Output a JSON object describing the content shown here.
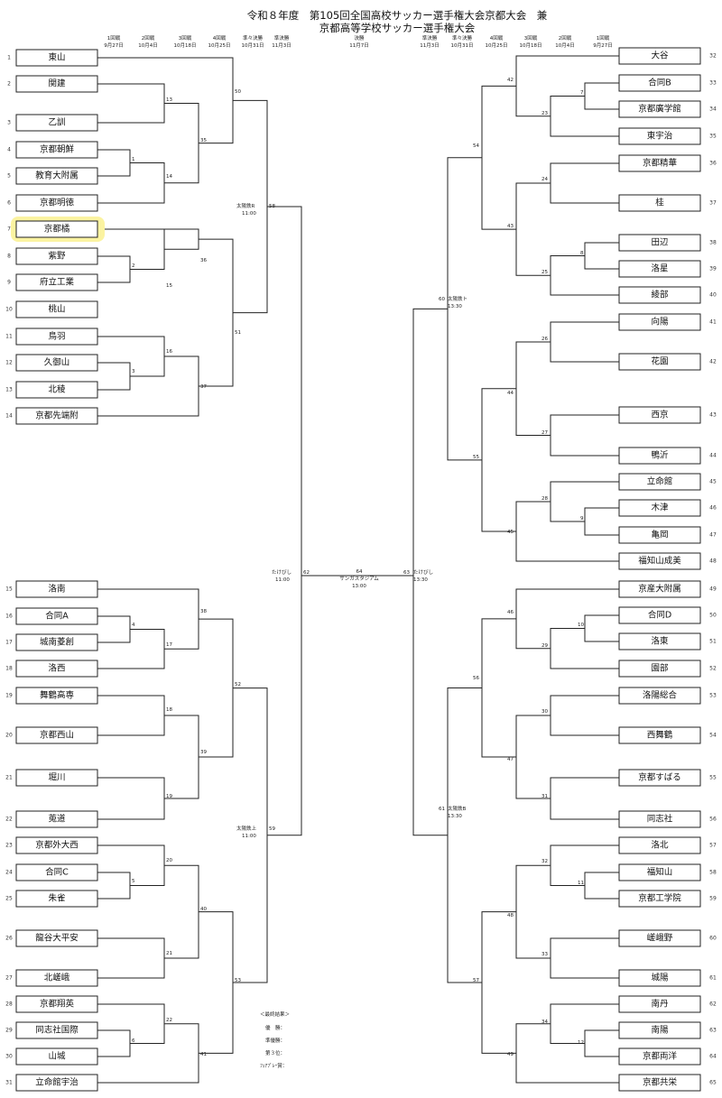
{
  "title_line1": "令和８年度　第105回全国高校サッカー選手権大会京都大会　兼",
  "title_line2": "京都高等学校サッカー選手権大会",
  "rounds_left": [
    {
      "name": "1回戦",
      "date": "9月27日"
    },
    {
      "name": "2回戦",
      "date": "10月4日"
    },
    {
      "name": "3回戦",
      "date": "10月18日"
    },
    {
      "name": "4回戦",
      "date": "10月25日"
    },
    {
      "name": "準々決勝",
      "date": "10月31日"
    },
    {
      "name": "準決勝",
      "date": "11月3日"
    }
  ],
  "final_header": {
    "name": "決勝",
    "date": "11月7日"
  },
  "rounds_right": [
    {
      "name": "準決勝",
      "date": "11月3日"
    },
    {
      "name": "準々決勝",
      "date": "10月31日"
    },
    {
      "name": "4回戦",
      "date": "10月25日"
    },
    {
      "name": "3回戦",
      "date": "10月18日"
    },
    {
      "name": "2回戦",
      "date": "10月4日"
    },
    {
      "name": "1回戦",
      "date": "9月27日"
    }
  ],
  "teams_left": [
    {
      "no": "1",
      "name": "東山"
    },
    {
      "no": "2",
      "name": "関建"
    },
    {
      "no": "3",
      "name": "乙訓"
    },
    {
      "no": "4",
      "name": "京都朝鮮"
    },
    {
      "no": "5",
      "name": "教育大附属"
    },
    {
      "no": "6",
      "name": "京都明徳"
    },
    {
      "no": "7",
      "name": "京都橘"
    },
    {
      "no": "8",
      "name": "紫野"
    },
    {
      "no": "9",
      "name": "府立工業"
    },
    {
      "no": "10",
      "name": "桃山"
    },
    {
      "no": "11",
      "name": "鳥羽"
    },
    {
      "no": "12",
      "name": "久御山"
    },
    {
      "no": "13",
      "name": "北稜"
    },
    {
      "no": "14",
      "name": "京都先端附"
    },
    {
      "no": "15",
      "name": "洛南"
    },
    {
      "no": "16",
      "name": "合同A"
    },
    {
      "no": "17",
      "name": "城南菱創"
    },
    {
      "no": "18",
      "name": "洛西"
    },
    {
      "no": "19",
      "name": "舞鶴高専"
    },
    {
      "no": "20",
      "name": "京都西山"
    },
    {
      "no": "21",
      "name": "堀川"
    },
    {
      "no": "22",
      "name": "莵道"
    },
    {
      "no": "23",
      "name": "京都外大西"
    },
    {
      "no": "24",
      "name": "合同C"
    },
    {
      "no": "25",
      "name": "朱雀"
    },
    {
      "no": "26",
      "name": "龍谷大平安"
    },
    {
      "no": "27",
      "name": "北嵯峨"
    },
    {
      "no": "28",
      "name": "京都翔英"
    },
    {
      "no": "29",
      "name": "同志社国際"
    },
    {
      "no": "30",
      "name": "山城"
    },
    {
      "no": "31",
      "name": "立命館宇治"
    }
  ],
  "teams_right": [
    {
      "no": "32",
      "name": "大谷"
    },
    {
      "no": "33",
      "name": "合同B"
    },
    {
      "no": "34",
      "name": "京都廣学館"
    },
    {
      "no": "35",
      "name": "東宇治"
    },
    {
      "no": "36",
      "name": "京都精華"
    },
    {
      "no": "37",
      "name": "桂"
    },
    {
      "no": "38",
      "name": "田辺"
    },
    {
      "no": "39",
      "name": "洛星"
    },
    {
      "no": "40",
      "name": "綾部"
    },
    {
      "no": "41",
      "name": "向陽"
    },
    {
      "no": "42",
      "name": "花園"
    },
    {
      "no": "43",
      "name": "西京"
    },
    {
      "no": "44",
      "name": "鴨沂"
    },
    {
      "no": "45",
      "name": "立命館"
    },
    {
      "no": "46",
      "name": "木津"
    },
    {
      "no": "47",
      "name": "亀岡"
    },
    {
      "no": "48",
      "name": "福知山成美"
    },
    {
      "no": "49",
      "name": "京産大附属"
    },
    {
      "no": "50",
      "name": "合同D"
    },
    {
      "no": "51",
      "name": "洛東"
    },
    {
      "no": "52",
      "name": "園部"
    },
    {
      "no": "53",
      "name": "洛陽総合"
    },
    {
      "no": "54",
      "name": "西舞鶴"
    },
    {
      "no": "55",
      "name": "京都すばる"
    },
    {
      "no": "56",
      "name": "同志社"
    },
    {
      "no": "57",
      "name": "洛北"
    },
    {
      "no": "58",
      "name": "福知山"
    },
    {
      "no": "59",
      "name": "京都工学院"
    },
    {
      "no": "60",
      "name": "嵯峨野"
    },
    {
      "no": "61",
      "name": "城陽"
    },
    {
      "no": "62",
      "name": "南丹"
    },
    {
      "no": "63",
      "name": "南陽"
    },
    {
      "no": "64",
      "name": "京都両洋"
    },
    {
      "no": "65",
      "name": "京都共栄"
    }
  ],
  "venue_labels": {
    "l_qf_top": "太陽鉄R",
    "l_qf_top_time": "11:00",
    "l_sf": "たけびし",
    "l_sf_time": "11:00",
    "l_qf_bot": "太陽鉄上",
    "l_qf_bot_time": "11:00",
    "r_qf_top": "太陽鉄ト",
    "r_qf_top_time": "13:30",
    "r_sf": "たけびし",
    "r_sf_time": "13:30",
    "r_qf_bot": "太陽鉄B",
    "r_qf_bot_time": "13:30",
    "final_no": "64",
    "final_venue": "サンガスタジアム",
    "final_time": "13:00"
  },
  "results": {
    "heading": "＜最終結果＞",
    "rows": [
      "優　勝：",
      "準優勝：",
      "第３位：",
      "ﾌｪｱﾌﾟﾚｰ賞："
    ]
  },
  "highlighted_team": "京都橘"
}
